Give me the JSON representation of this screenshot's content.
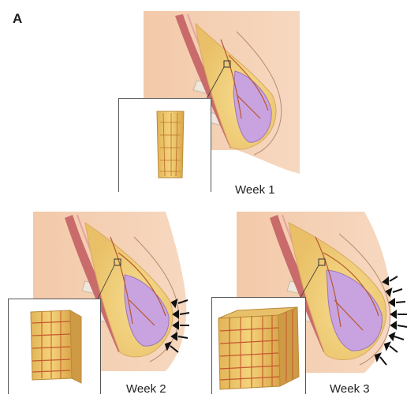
{
  "figure": {
    "panel_label": "A",
    "stages": [
      {
        "caption": "Week 1"
      },
      {
        "caption": "Week 2"
      },
      {
        "caption": "Week 3"
      }
    ]
  }
}
